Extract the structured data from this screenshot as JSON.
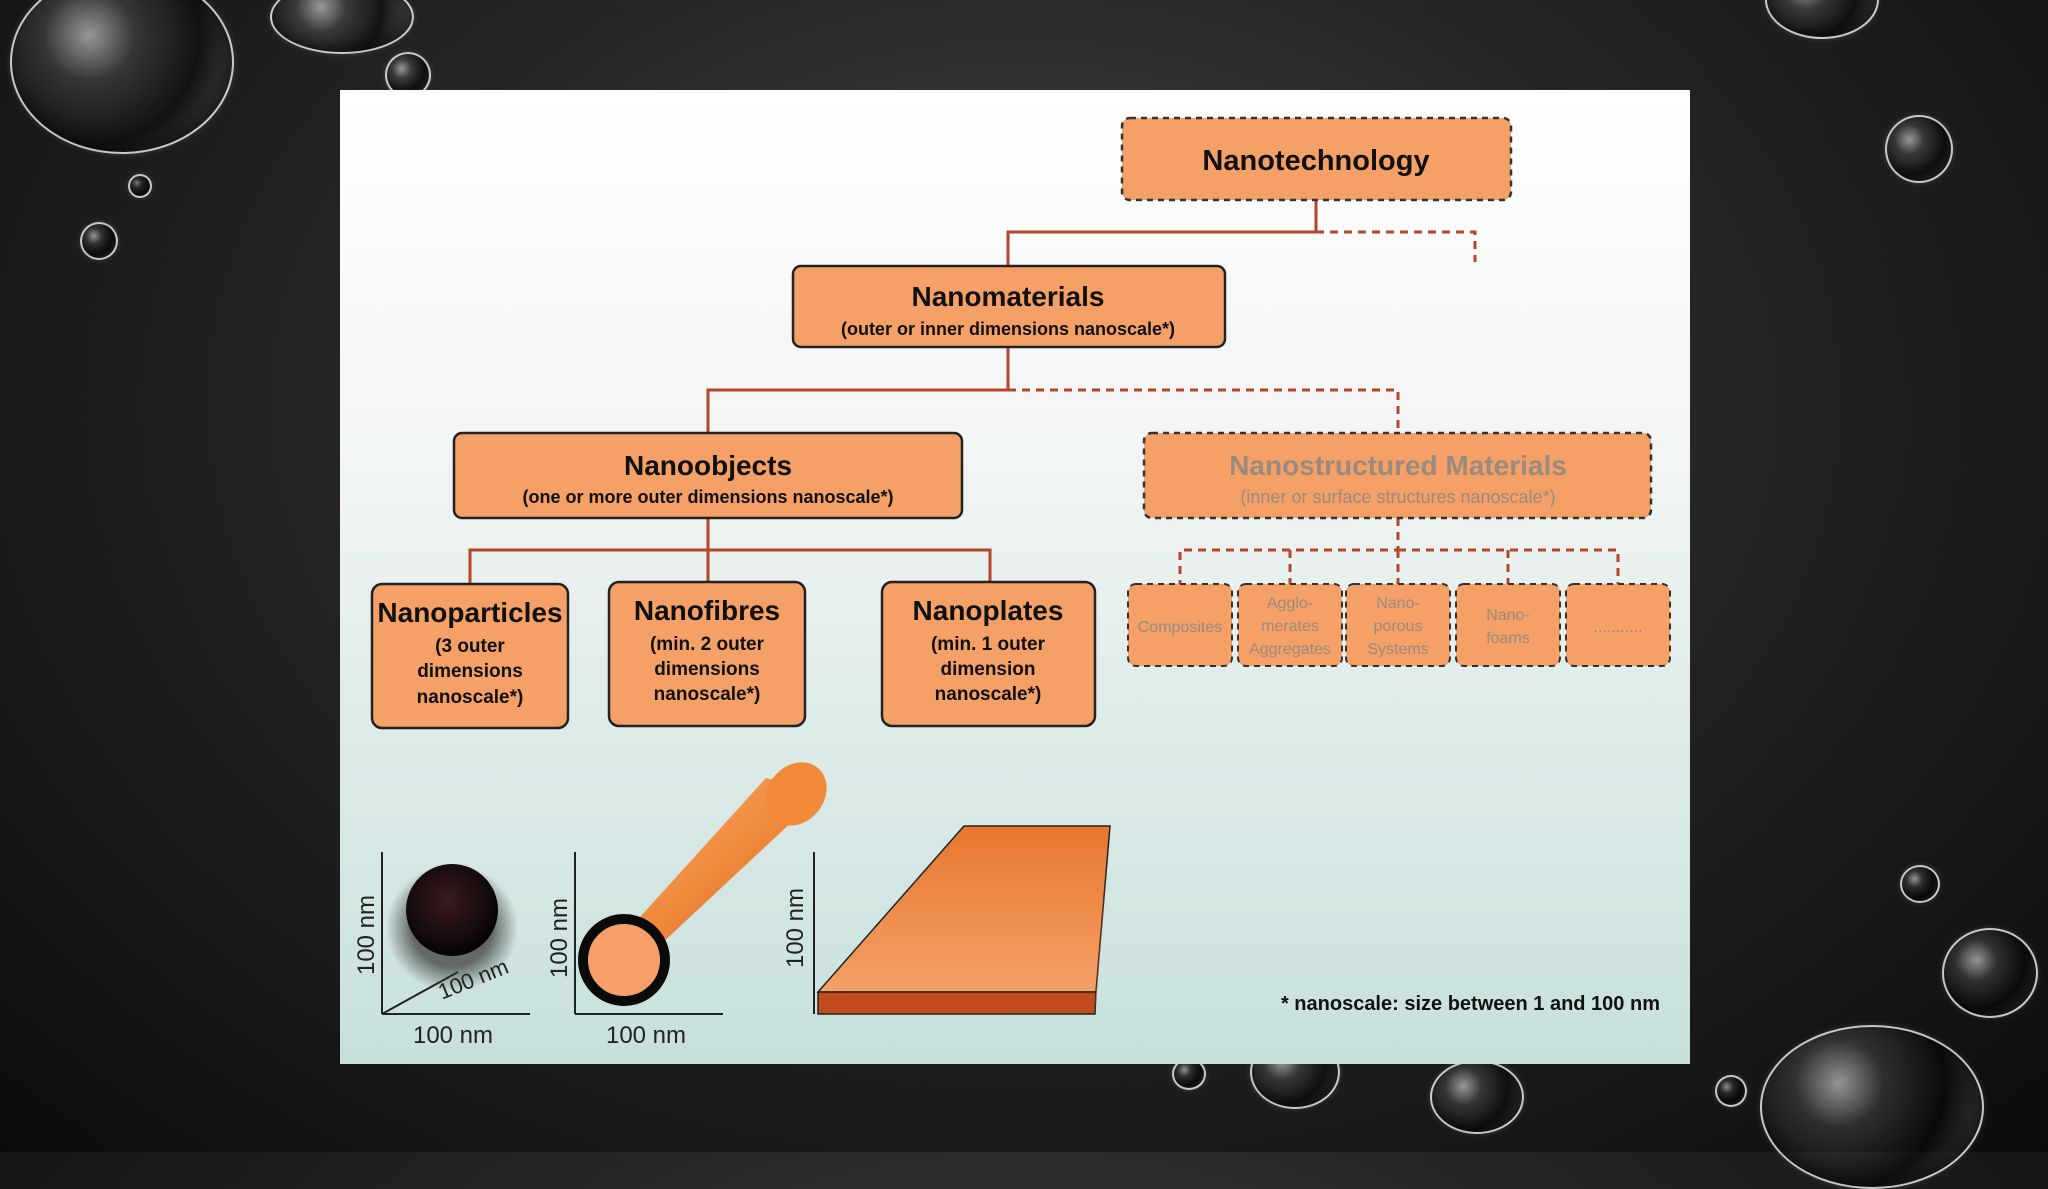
{
  "diagram": {
    "root": {
      "title": "Nanotechnology"
    },
    "materials": {
      "title": "Nanomaterials",
      "subtitle": "(outer or inner dimensions nanoscale*)"
    },
    "objects": {
      "title": "Nanoobjects",
      "subtitle": "(one or more outer dimensions nanoscale*)"
    },
    "structured": {
      "title": "Nanostructured Materials",
      "subtitle": "(inner or surface structures nanoscale*)"
    },
    "particles": {
      "title": "Nanoparticles",
      "lines": [
        "(3 outer",
        "dimensions",
        "nanoscale*)"
      ]
    },
    "fibres": {
      "title": "Nanofibres",
      "lines": [
        "(min. 2 outer",
        "dimensions",
        "nanoscale*)"
      ]
    },
    "plates": {
      "title": "Nanoplates",
      "lines": [
        "(min. 1 outer",
        "dimension",
        "nanoscale*)"
      ]
    },
    "struct_children": [
      {
        "lines": [
          "Composites"
        ]
      },
      {
        "lines": [
          "Agglo-",
          "merates",
          "Aggregates"
        ]
      },
      {
        "lines": [
          "Nano-",
          "porous",
          "Systems"
        ]
      },
      {
        "lines": [
          "Nano-",
          "foams"
        ]
      },
      {
        "lines": [
          "..........."
        ]
      }
    ],
    "illustrations": {
      "particle_height": "100 nm",
      "particle_depth": "100 nm",
      "particle_width": "100 nm",
      "fibre_height": "100 nm",
      "fibre_width": "100 nm",
      "plate_height": "100 nm"
    },
    "footnote": "* nanoscale: size between 1 and 100 nm"
  },
  "colors": {
    "box_fill": "#f4a067",
    "connector": "#b5452b",
    "orange_dark": "#c24b1e",
    "faded_text": "#9a8a80"
  }
}
